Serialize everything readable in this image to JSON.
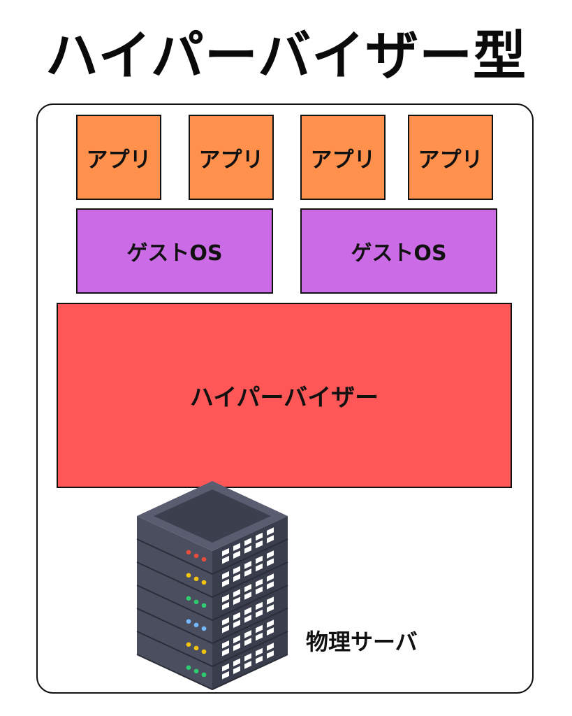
{
  "title": "ハイパーバイザー型",
  "apps": [
    {
      "label": "アプリ"
    },
    {
      "label": "アプリ"
    },
    {
      "label": "アプリ"
    },
    {
      "label": "アプリ"
    }
  ],
  "guests": [
    {
      "label": "ゲストOS"
    },
    {
      "label": "ゲストOS"
    }
  ],
  "hypervisor": {
    "label": "ハイパーバイザー"
  },
  "server": {
    "label": "物理サーバ",
    "icon": "server-rack-icon"
  },
  "colors": {
    "app": "#ff914d",
    "guest_os": "#cb6ce6",
    "hypervisor": "#ff5757",
    "led_rows": [
      "#e74c3c",
      "#f1c40f",
      "#2ecc71",
      "#74b9ff",
      "#f1c40f",
      "#2ecc71"
    ]
  }
}
